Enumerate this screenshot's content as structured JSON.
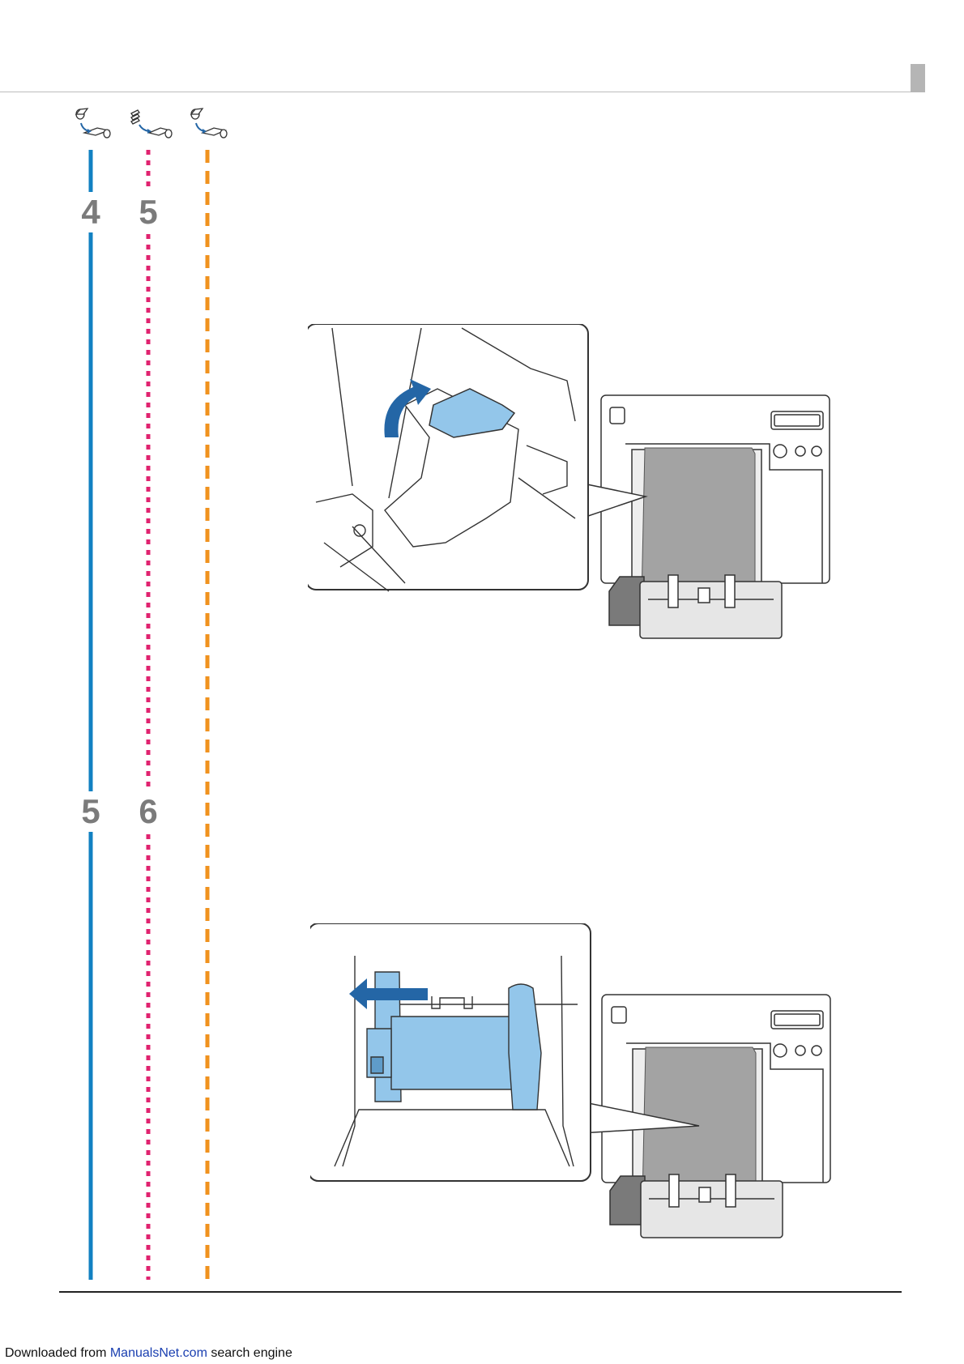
{
  "tracks": {
    "icons": [
      "roll-to-fanfold-icon",
      "fanfold-to-roll-icon",
      "roll-to-roll-icon"
    ],
    "colors": {
      "blue": "#1281c2",
      "magenta": "#e0236f",
      "orange": "#f0921e"
    },
    "styles": [
      "solid",
      "dotted",
      "dashed"
    ]
  },
  "steps": {
    "s1": {
      "blue": "4",
      "magenta": "5"
    },
    "s2": {
      "blue": "5",
      "magenta": "6"
    }
  },
  "illustrations": {
    "highlight_color": "#93c6ea",
    "arrow_color": "#2466a6",
    "paper_color": "#a3a3a3"
  },
  "footer": {
    "prefix": "Downloaded from ",
    "link": "ManualsNet.com",
    "suffix": " search engine"
  }
}
